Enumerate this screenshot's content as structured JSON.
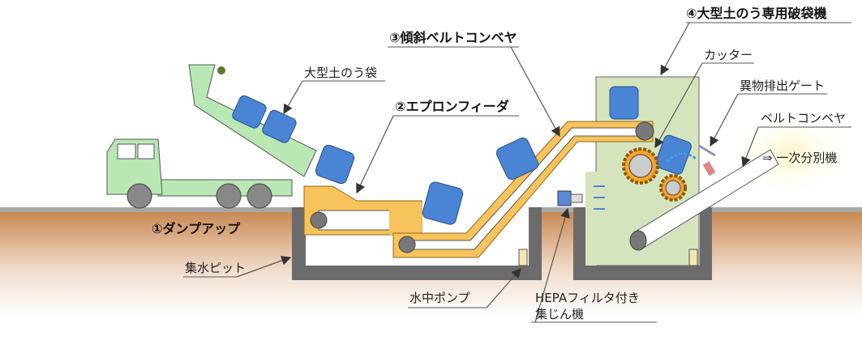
{
  "labels": {
    "dump_up": "①ダンプアップ",
    "apron_feeder": "②エプロンフィーダ",
    "inclined_belt_conveyor": "③傾斜ベルトコンベヤ",
    "bag_breaker": "④大型土のう専用破袋機",
    "large_sandbag": "大型土のう袋",
    "cutter": "カッター",
    "foreign_matter_gate": "異物排出ゲート",
    "belt_conveyor": "ベルトコンベヤ",
    "primary_sorter": "⇒ 一次分別機",
    "water_pit": "集水ピット",
    "submersible_pump": "水中ポンプ",
    "dust_collector_line1": "HEPAフィルタ付き",
    "dust_collector_line2": "集じん機"
  },
  "colors": {
    "machine_green": "#d6e4bd",
    "conveyor_orange": "#f7c35a",
    "sandbag_blue": "#4a84d4",
    "pit_gray": "#6b6b6b",
    "soil_brown": "#c98a55",
    "truck_green": "#b9e8b4"
  }
}
